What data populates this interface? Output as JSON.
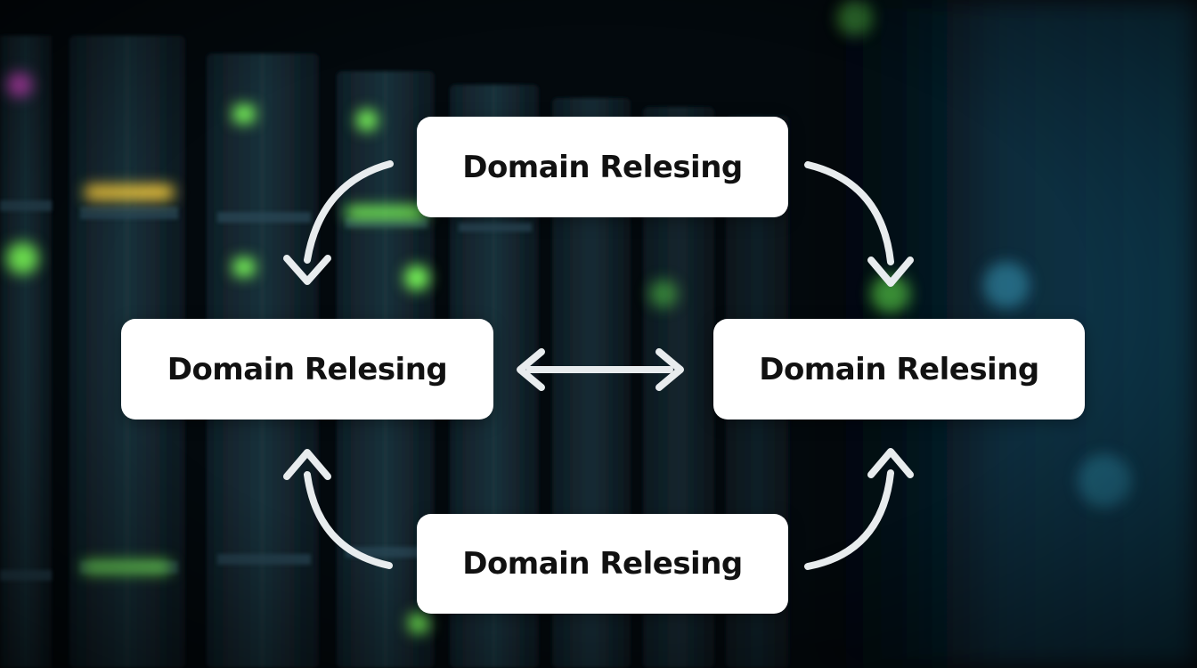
{
  "colors": {
    "background": "#03090d",
    "node_fill": "#ffffff",
    "node_text": "#111111",
    "arrow": "#e8ecee",
    "led_green": "#7dff5a",
    "led_yellow": "#ffd23a",
    "led_magenta": "#d048c8",
    "led_teal": "#3fb4d8"
  },
  "background_scene": "blurred-server-racks",
  "diagram": {
    "nodes": {
      "top": {
        "label": "Domain Relesing"
      },
      "left": {
        "label": "Domain Relesing"
      },
      "right": {
        "label": "Domain Relesing"
      },
      "bottom": {
        "label": "Domain Relesing"
      }
    },
    "connections": [
      {
        "from": "top",
        "to": "left",
        "style": "curved-arrow"
      },
      {
        "from": "top",
        "to": "right",
        "style": "curved-arrow"
      },
      {
        "from": "bottom",
        "to": "left",
        "style": "curved-arrow"
      },
      {
        "from": "bottom",
        "to": "right",
        "style": "curved-arrow"
      },
      {
        "from": "left",
        "to": "right",
        "style": "double-headed-arrow"
      }
    ]
  }
}
